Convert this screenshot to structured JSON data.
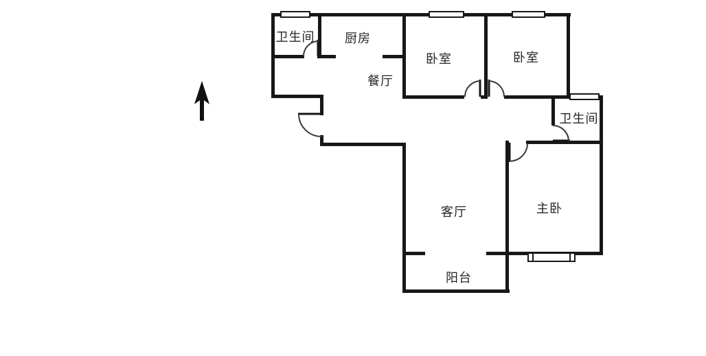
{
  "title": "apartment-floor-plan",
  "colors": {
    "wall": "#171717",
    "background": "#ffffff",
    "label": "#262626"
  },
  "compass": {
    "icon": "north-arrow"
  },
  "rooms": {
    "bathroom_top": {
      "label": "卫生间"
    },
    "kitchen": {
      "label": "厨房"
    },
    "bedroom_left": {
      "label": "卧室"
    },
    "bedroom_right": {
      "label": "卧室"
    },
    "dining": {
      "label": "餐厅"
    },
    "bathroom_right": {
      "label": "卫生间"
    },
    "living": {
      "label": "客厅"
    },
    "master_bedroom": {
      "label": "主卧"
    },
    "balcony": {
      "label": "阳台"
    }
  }
}
